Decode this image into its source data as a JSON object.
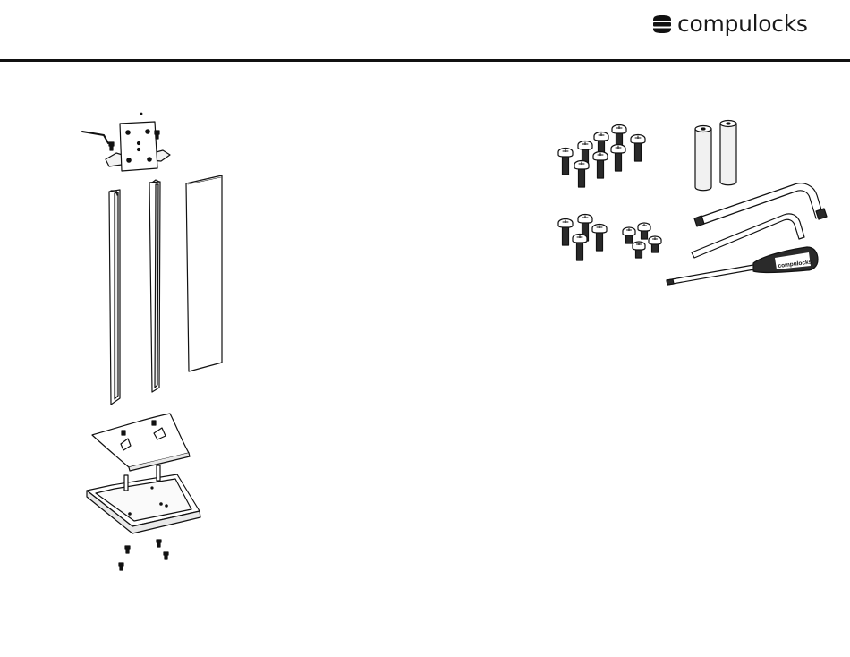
{
  "brand": {
    "name": "compulocks",
    "logo_icon": "compulocks-logo-icon",
    "handle_label": "compulocks"
  },
  "colors": {
    "ink": "#111111",
    "rule": "#111111",
    "background": "#ffffff",
    "metal": "#e9e9e9",
    "dark_part": "#2a2a2a"
  },
  "figures": {
    "assembly": [
      "vesa-mount-plate",
      "left-pole-channel",
      "right-pole-channel",
      "cover-panel",
      "base-cover-plate",
      "base-tray",
      "base-screws"
    ],
    "hardware": [
      "long-screw-set",
      "short-screw-set",
      "small-screw-set",
      "spacer-cylinders",
      "hex-keys",
      "screwdriver"
    ]
  }
}
